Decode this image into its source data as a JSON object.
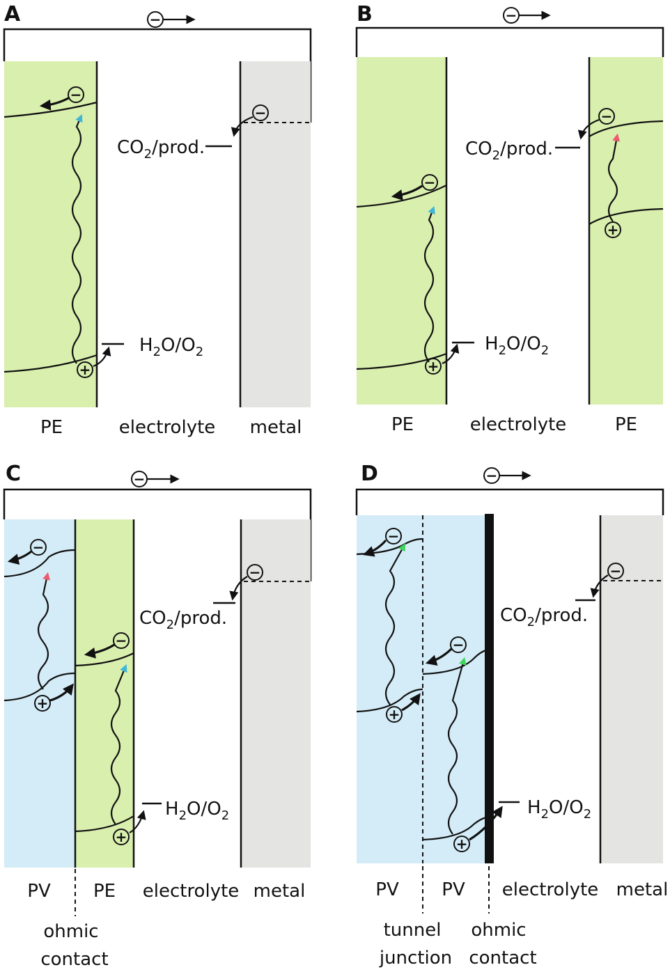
{
  "panels": {
    "A": {
      "letter": "A",
      "labels": {
        "left": "PE",
        "middle": "electrolyte",
        "right": "metal"
      }
    },
    "B": {
      "letter": "B",
      "labels": {
        "left": "PE",
        "middle": "electrolyte",
        "right": "PE"
      }
    },
    "C": {
      "letter": "C",
      "labels": {
        "pv": "PV",
        "pe": "PE",
        "electrolyte": "electrolyte",
        "metal": "metal",
        "contact_line1": "ohmic",
        "contact_line2": "contact"
      }
    },
    "D": {
      "letter": "D",
      "labels": {
        "pv1": "PV",
        "pv2": "PV",
        "electrolyte": "electrolyte",
        "metal": "metal",
        "tunnel_line1": "tunnel",
        "tunnel_line2": "junction",
        "ohmic_line1": "ohmic",
        "ohmic_line2": "contact"
      }
    }
  },
  "redox": {
    "co2_base": "CO",
    "co2_sub": "2",
    "co2_tail": "/prod.",
    "h2o_base": "H",
    "h2o_sub": "2",
    "h2o_mid": "O/O",
    "o2_sub": "2"
  },
  "charges": {
    "electron": "−",
    "hole": "+"
  },
  "colors": {
    "pe_fill": "#d9efae",
    "pv_fill": "#d4ecf7",
    "metal_fill": "#e4e4e2",
    "photon_blue": "#3fb6d6",
    "photon_red": "#ee5a70",
    "photon_green": "#3dd65a"
  },
  "icons": {
    "electron": "minus-in-circle",
    "hole": "plus-in-circle",
    "electron-flow": "right-arrow"
  }
}
